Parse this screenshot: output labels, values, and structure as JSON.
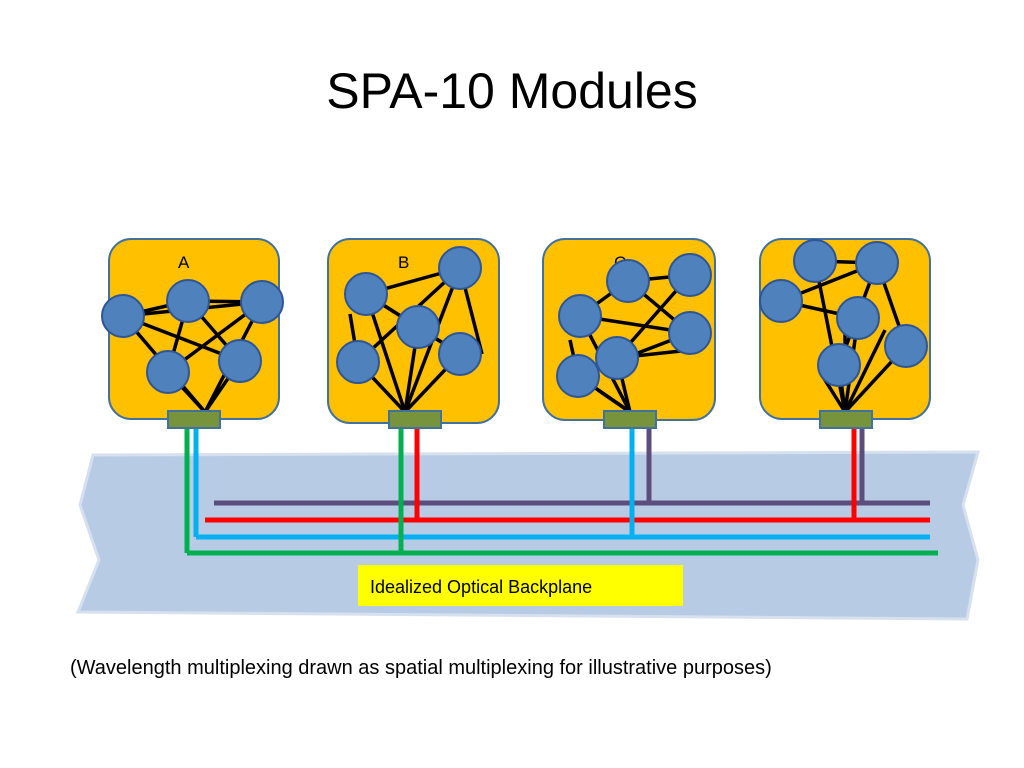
{
  "slide": {
    "title": "SPA-10 Modules",
    "caption": "(Wavelength multiplexing drawn as spatial multiplexing for illustrative purposes)"
  },
  "backplane": {
    "label": "Idealized Optical Backplane",
    "colors": {
      "panel": "#b8cbe4",
      "label_bg": "#ffff00",
      "purple": "#5c4d7d",
      "red": "#ff0000",
      "cyan": "#00b0f0",
      "green": "#00b050"
    }
  },
  "modules": [
    {
      "id": "a",
      "label": "A"
    },
    {
      "id": "b",
      "label": "B"
    },
    {
      "id": "c",
      "label": "C"
    },
    {
      "id": "d",
      "label": ""
    }
  ],
  "colors": {
    "module_fill": "#ffc000",
    "module_border": "#41719c",
    "node_fill": "#4f81bd",
    "node_border": "#2f5597",
    "connector": "#77933c"
  }
}
